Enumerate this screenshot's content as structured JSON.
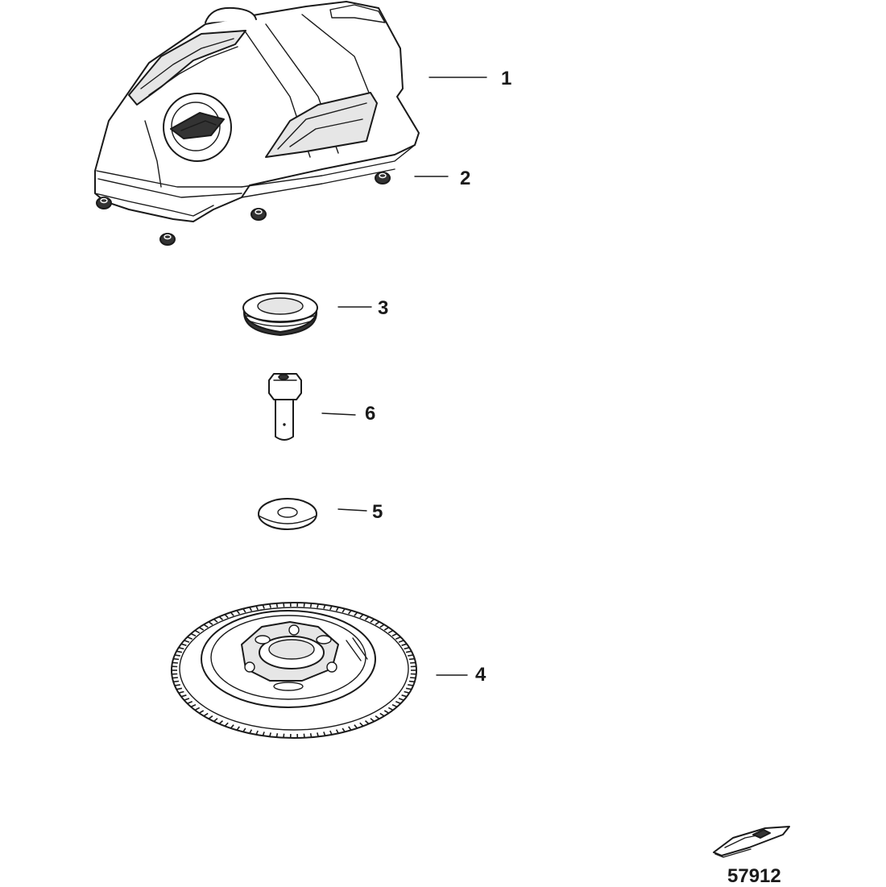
{
  "diagram": {
    "figure_number": "57912",
    "callouts": [
      {
        "id": "1",
        "label": "1",
        "part": "cowl"
      },
      {
        "id": "2",
        "label": "2",
        "part": "grommets"
      },
      {
        "id": "3",
        "label": "3",
        "part": "cap"
      },
      {
        "id": "6",
        "label": "6",
        "part": "bolt"
      },
      {
        "id": "5",
        "label": "5",
        "part": "washer"
      },
      {
        "id": "4",
        "label": "4",
        "part": "flywheel"
      }
    ],
    "colors": {
      "line": "#1a1a1a",
      "background": "#ffffff",
      "shade": "#e6e6e6"
    }
  }
}
